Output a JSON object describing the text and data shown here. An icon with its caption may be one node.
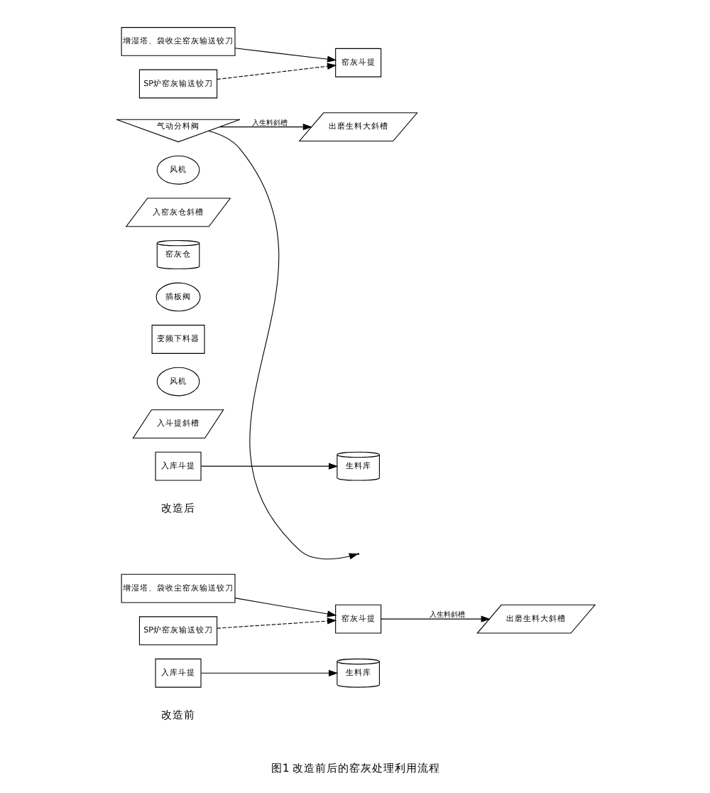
{
  "diagram": {
    "caption": "图1 改造前后的窑灰处理利用流程",
    "nodes": [
      {
        "text": [
          "增湿塔、袋收尘窑灰输送铰刀"
        ]
      },
      {
        "text": [
          "SP炉窑灰输送铰刀"
        ]
      },
      {
        "text": [
          "窑灰斗提"
        ]
      },
      {
        "text": [
          "出磨生料大斜槽"
        ]
      },
      {
        "text": [
          "入库斗提"
        ]
      },
      {
        "text": [
          "生料库"
        ]
      },
      {
        "text": [
          "增湿塔、袋收尘窑灰输送铰刀"
        ]
      },
      {
        "text": [
          "SP炉窑灰输送铰刀"
        ]
      },
      {
        "text": [
          "窑灰斗提"
        ]
      },
      {
        "text": [
          "气动分料阀"
        ]
      },
      {
        "text": [
          "风机"
        ]
      },
      {
        "text": [
          "入窑灰仓斜槽"
        ]
      },
      {
        "text": [
          "窑灰仓"
        ]
      },
      {
        "text": [
          "插板阀"
        ]
      },
      {
        "text": [
          "变频下料器"
        ]
      },
      {
        "text": [
          "风机"
        ]
      },
      {
        "text": [
          "入斗提斜槽"
        ]
      },
      {
        "text": [
          "出磨生料大斜槽"
        ]
      },
      {
        "text": [
          "入库斗提"
        ]
      },
      {
        "text": [
          "生料库"
        ]
      }
    ],
    "edges": [
      {
        "from": 0,
        "to": 2,
        "arrow": "to"
      },
      {
        "from": 1,
        "to": 2,
        "arrow": "to",
        "style": "dashed"
      },
      {
        "from": 2,
        "to": 3,
        "arrow": "to",
        "label": "入生料斜槽"
      },
      {
        "from": 4,
        "to": 5,
        "arrow": "to"
      },
      {
        "from": 6,
        "to": 8,
        "arrow": "to"
      },
      {
        "from": 7,
        "to": 8,
        "arrow": "to",
        "style": "dashed"
      },
      {
        "from": 9,
        "to": null,
        "arrow": "to"
      },
      {
        "from": 9,
        "to": 17,
        "arrow": "to",
        "label": "入生料斜槽"
      },
      {
        "from": 18,
        "to": 19,
        "arrow": "to"
      }
    ],
    "labels": [
      "改造前",
      "改造后"
    ]
  }
}
